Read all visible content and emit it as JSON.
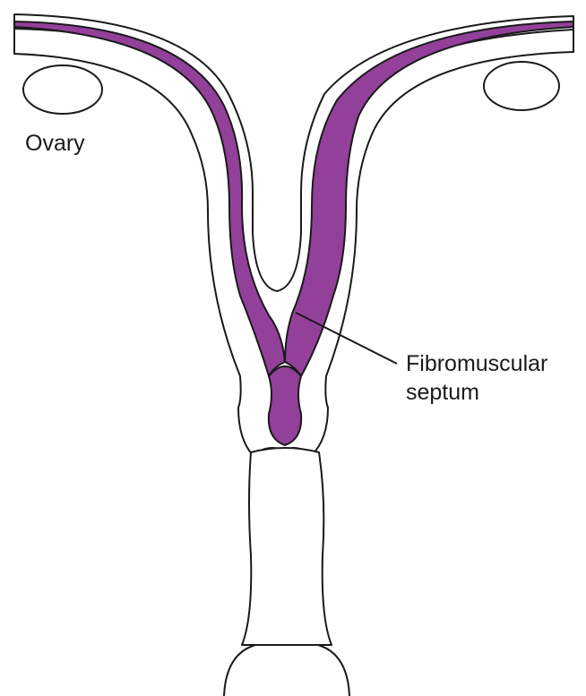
{
  "labels": {
    "ovary": "Ovary",
    "septum_line1": "Fibromuscular",
    "septum_line2": "septum"
  },
  "colors": {
    "cavity_fill": "#93409A",
    "outline": "#1a1a1a",
    "background": "#ffffff"
  }
}
